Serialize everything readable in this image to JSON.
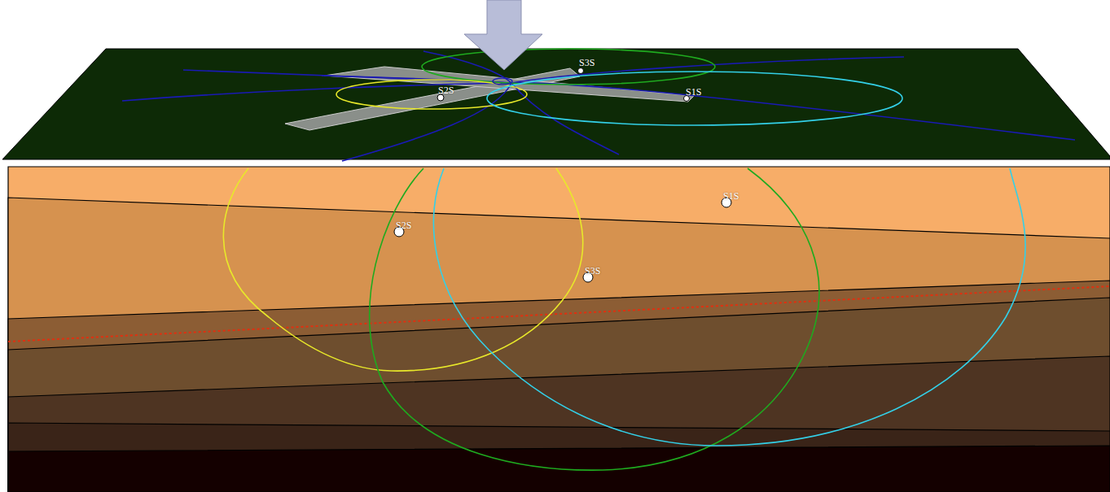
{
  "diagram": {
    "labels": [
      "S3S",
      "S2S",
      "S1S",
      "S1S",
      "S2S",
      "S3S"
    ]
  }
}
